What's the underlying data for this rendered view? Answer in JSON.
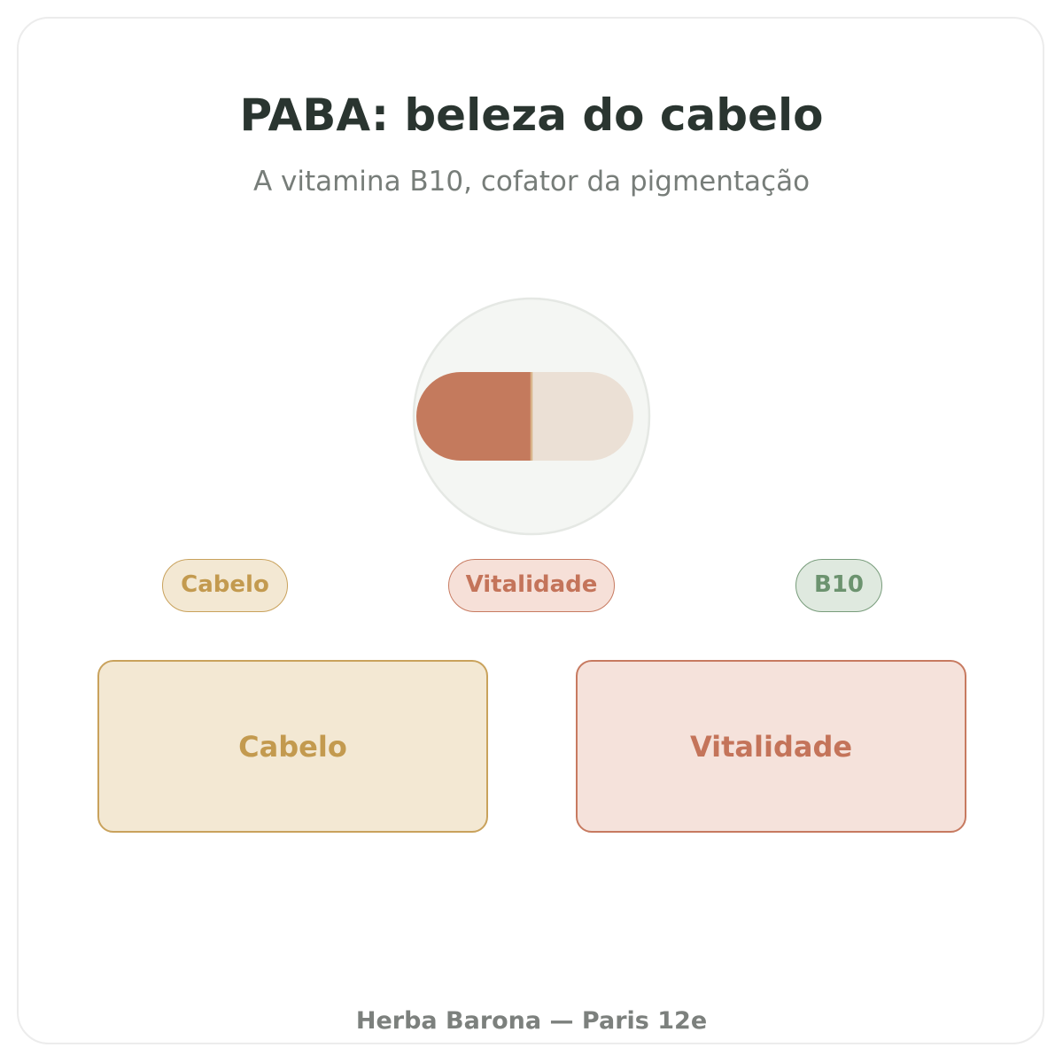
{
  "header": {
    "title": "PABA: beleza do cabelo",
    "subtitle": "A vitamina B10, cofator da pigmentação"
  },
  "illustration": {
    "icon": "capsule-icon",
    "colors": {
      "circle_fill": "#f4f6f3",
      "circle_stroke": "#e5e8e4",
      "capsule_left": "#c47a5d",
      "capsule_right": "#ebe0d5",
      "divider": "#d9b48a"
    }
  },
  "tags": [
    {
      "label": "Cabelo"
    },
    {
      "label": "Vitalidade"
    },
    {
      "label": "B10"
    }
  ],
  "cards": [
    {
      "label": "Cabelo"
    },
    {
      "label": "Vitalidade"
    }
  ],
  "footer": {
    "text": "Herba Barona — Paris 12e"
  },
  "colors": {
    "cabelo_accent": "#c9a25c",
    "cabelo_fill": "#f3e8d3",
    "vitalidade_accent": "#c77a60",
    "vitalidade_fill": "#f6e0d8",
    "b10_accent": "#789c7b",
    "b10_fill": "#dfe9df"
  }
}
